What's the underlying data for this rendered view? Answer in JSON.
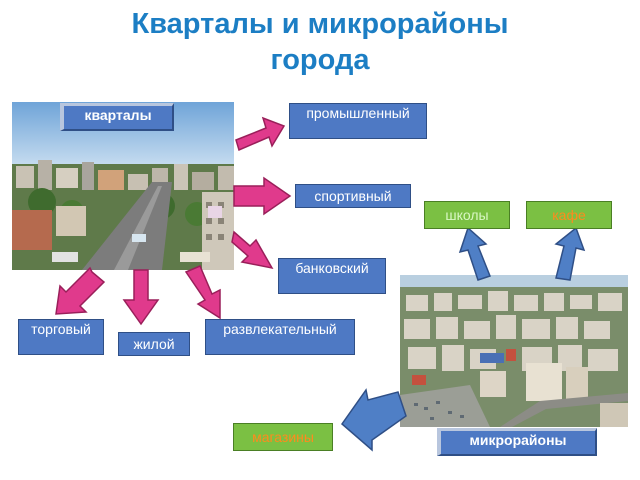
{
  "title": {
    "line1": "Кварталы и микрорайоны",
    "line2": "города"
  },
  "labels": {
    "kvartaly": "кварталы",
    "promyshlenny": "промышленный",
    "sportivny": "спортивный",
    "bankovsky": "банковский",
    "torgovy": "торговый",
    "zhiloy": "жилой",
    "razvlekatelny": "развлекательный",
    "shkoly": "школы",
    "kafe": "кафе",
    "magaziny": "магазины",
    "mikrorayony": "микрорайоны"
  },
  "colors": {
    "title": "#1c7ec4",
    "box_blue": "#4e79c4",
    "arrow_pink": "#e03a8c",
    "arrow_blue": "#4f7fc6",
    "box_green": "#7bc043",
    "text_orange": "#ff8a1e"
  }
}
